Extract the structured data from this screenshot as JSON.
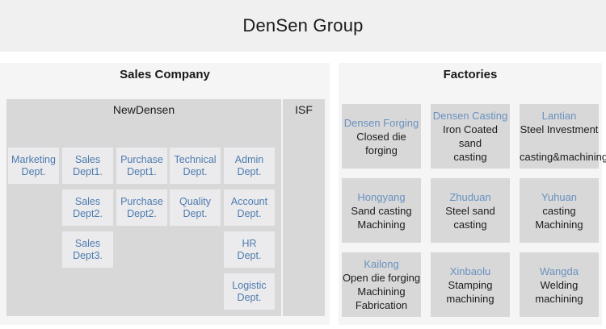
{
  "header": {
    "title": "DenSen Group"
  },
  "sales": {
    "title": "Sales Company",
    "newdensen_label": "NewDensen",
    "isf_label": "ISF",
    "depts": [
      {
        "name": "Marketing Dept.",
        "lines": [
          "Marketing",
          "Dept."
        ]
      },
      {
        "name": "Sales Dept1.",
        "lines": [
          "Sales",
          "Dept1."
        ]
      },
      {
        "name": "Purchase Dept1.",
        "lines": [
          "Purchase",
          "Dept1."
        ]
      },
      {
        "name": "Technical Dept.",
        "lines": [
          "Technical",
          "Dept."
        ]
      },
      {
        "name": "Admin Dept.",
        "lines": [
          "Admin",
          "Dept."
        ]
      },
      {
        "name": "Sales Dept2.",
        "lines": [
          "Sales",
          "Dept2."
        ]
      },
      {
        "name": "Purchase Dept2.",
        "lines": [
          "Purchase",
          "Dept2."
        ]
      },
      {
        "name": "Quality Dept.",
        "lines": [
          "Quality",
          "Dept."
        ]
      },
      {
        "name": "Account Dept.",
        "lines": [
          "Account",
          "Dept."
        ]
      },
      {
        "name": "Sales Dept3.",
        "lines": [
          "Sales",
          "Dept3."
        ]
      },
      {
        "name": "HR Dept.",
        "lines": [
          "HR",
          "Dept."
        ]
      },
      {
        "name": "Logistic Dept.",
        "lines": [
          "Logistic",
          "Dept."
        ]
      }
    ]
  },
  "factories": {
    "title": "Factories",
    "items": [
      {
        "name": "Densen Forging",
        "lines": [
          "Closed die forging"
        ]
      },
      {
        "name": "Densen Casting",
        "lines": [
          "Iron Coated sand",
          "casting"
        ]
      },
      {
        "name": "Lantian",
        "lines": [
          "Steel Investment",
          "",
          "casting&machining"
        ]
      },
      {
        "name": "Hongyang",
        "lines": [
          "Sand casting",
          "Machining"
        ]
      },
      {
        "name": "Zhuduan",
        "lines": [
          "Steel sand casting"
        ]
      },
      {
        "name": "Yuhuan",
        "lines": [
          "casting",
          "Machining"
        ]
      },
      {
        "name": "Kailong",
        "lines": [
          "Open die forging",
          "Machining",
          "Fabrication"
        ]
      },
      {
        "name": "Xinbaolu",
        "lines": [
          "Stamping",
          "machining"
        ]
      },
      {
        "name": "Wangda",
        "lines": [
          "Welding",
          "machining"
        ]
      }
    ]
  },
  "colors": {
    "header_bg": "#f0f0f0",
    "panel_bg": "#f5f5f6",
    "box_gray": "#d8d8d9",
    "dept_cell_bg": "#ebebee",
    "dept_text_blue": "#4d7bad",
    "factory_name_blue": "#6991bf",
    "text_black": "#1a1a1a"
  }
}
